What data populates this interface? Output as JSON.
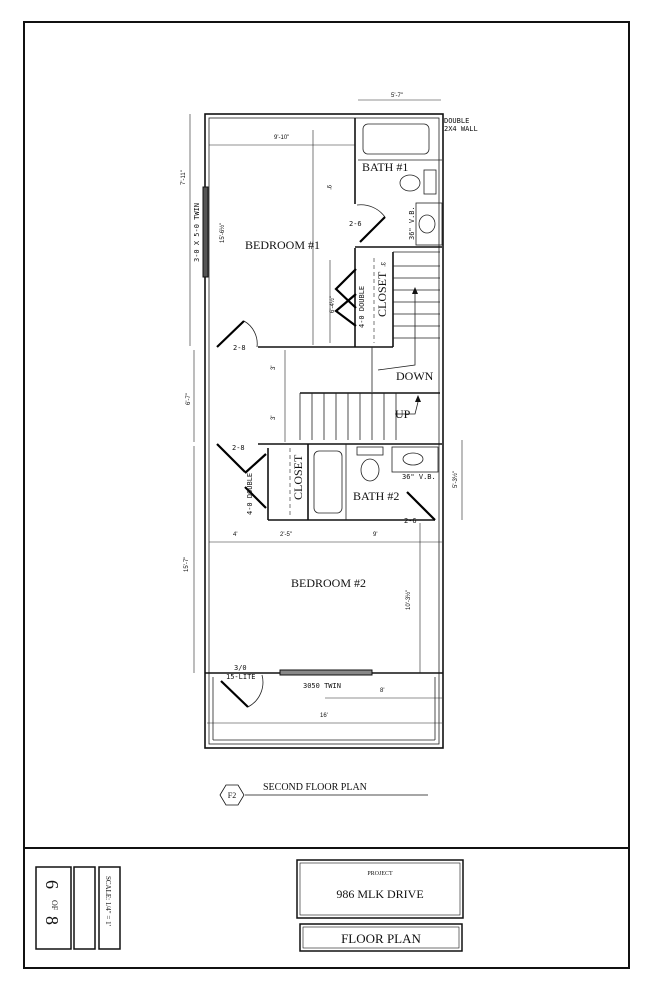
{
  "plan": {
    "rooms": {
      "bedroom1": "BEDROOM #1",
      "bedroom2": "BEDROOM #2",
      "bath1": "BATH #1",
      "bath2": "BATH #2",
      "closet1": "CLOSET",
      "closet2": "CLOSET"
    },
    "notes": {
      "double_wall": "DOUBLE",
      "double_wall2": "2X4 WALL",
      "vb1": "36\" V.B.",
      "vb2": "36\" V.B.",
      "down": "DOWN",
      "up": "UP",
      "window1": "3-0 X 5-0  TWIN",
      "window2": "3050  TWIN",
      "door_15lite_a": "3/0",
      "door_15lite_b": "15-LITE",
      "closet1_door": "4-0 DOUBLE",
      "closet2_door": "4-0 DOUBLE"
    },
    "doors": {
      "bed1": "2-8",
      "bath1": "2-6",
      "bed2": "2-8",
      "bath2": "2-6"
    },
    "dimensions": {
      "bath_width": "5'-7\"",
      "bed1_width": "9'-10\"",
      "bed1_depth": "9'",
      "bed1_height_left": "7'-11\"",
      "bed1_length": "15'-6½\"",
      "closet1_depth": "6'-4½\"",
      "closet1_width": "3'",
      "hall": "6'-7\"",
      "hall_a": "3'",
      "hall_b": "3'",
      "bath2_height": "5'-3½\"",
      "seg_4": "4'",
      "seg_25": "2'-5\"",
      "seg_9": "9'",
      "bed2_left": "15'-7\"",
      "bed2_depth": "10'-3½\"",
      "seg_8": "8'",
      "total_16": "16'"
    },
    "caption": {
      "tag": "F2",
      "title": "SECOND FLOOR PLAN"
    }
  },
  "title_block": {
    "sheet_number": "6",
    "sheet_of": "OF",
    "sheet_total": "8",
    "scale": "SCALE: 1/4\" = 1'",
    "project_label": "PROJECT",
    "project_name": "986 MLK DRIVE",
    "drawing_title": "FLOOR PLAN"
  }
}
